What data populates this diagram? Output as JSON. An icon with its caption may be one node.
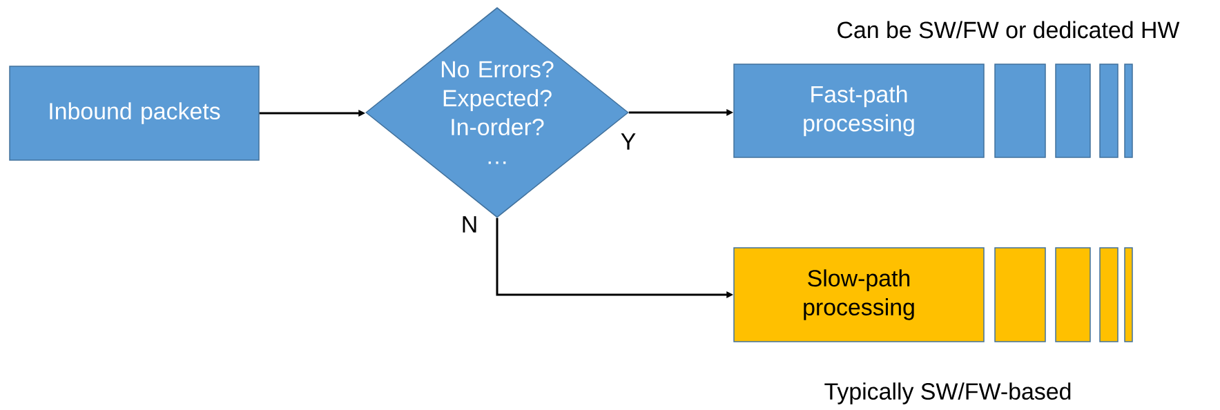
{
  "diagram": {
    "nodes": [
      {
        "text": [
          "Inbound packets"
        ]
      },
      {
        "text": [
          "No Errors? Expected? In-order? …"
        ]
      },
      {
        "text": [
          "Fast-path processing"
        ]
      },
      {
        "text": [],
        "shape": "box"
      },
      {
        "text": [],
        "shape": "box"
      },
      {
        "text": [],
        "shape": "box"
      },
      {
        "text": [],
        "shape": "box"
      },
      {
        "text": [
          "Slow-path processing"
        ]
      },
      {
        "text": [],
        "shape": "box"
      },
      {
        "text": [],
        "shape": "box"
      },
      {
        "text": [],
        "shape": "box"
      },
      {
        "text": [],
        "shape": "box"
      }
    ],
    "edges": [
      {
        "from": 0,
        "to": 1,
        "arrow": "to"
      },
      {
        "from": 1,
        "to": 2,
        "arrow": "to",
        "label": "Y"
      },
      {
        "from": 1,
        "to": 7,
        "arrow": "to",
        "label": "N"
      }
    ],
    "labels": [
      "Can be SW/FW or dedicated HW",
      "Typically SW/FW-based"
    ]
  }
}
